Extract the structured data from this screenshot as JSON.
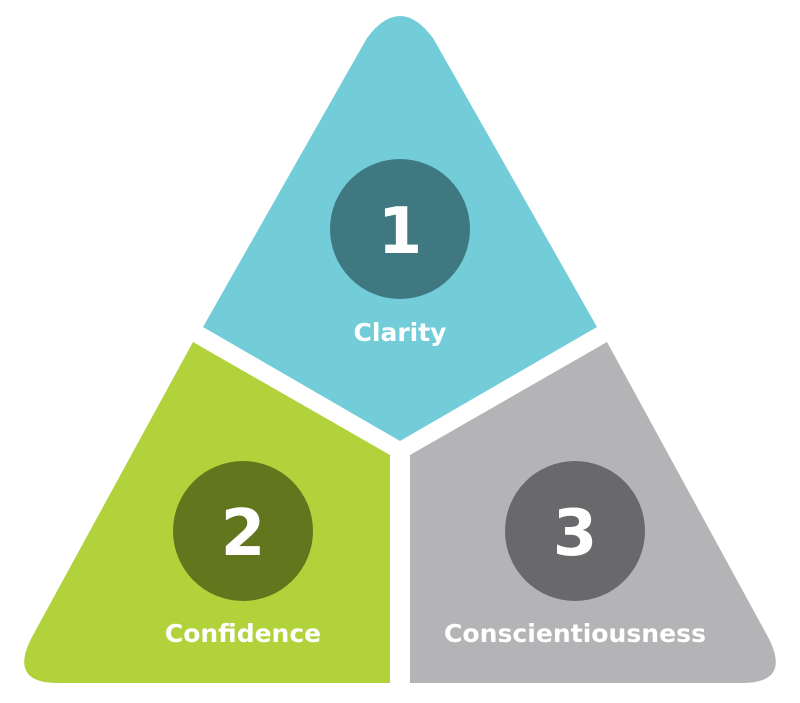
{
  "colors": {
    "clarity": "#72cdd9",
    "clarity_circle": "#3f7880",
    "confidence": "#b1d23b",
    "confidence_circle": "#62771d",
    "conscientiousness": "#b4b4b6",
    "conscientiousness_circle": "#69696b",
    "background": "#ffffff"
  },
  "segments": [
    {
      "number": "1",
      "label": "Clarity"
    },
    {
      "number": "2",
      "label": "Confidence"
    },
    {
      "number": "3",
      "label": "Conscientiousness"
    }
  ]
}
